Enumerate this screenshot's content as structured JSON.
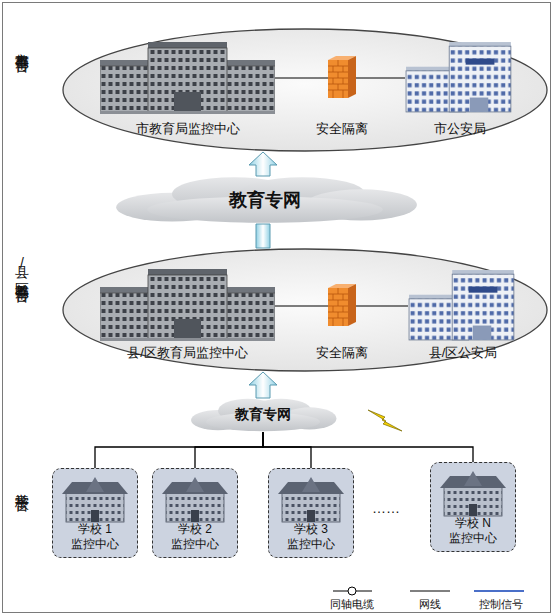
{
  "diagram": {
    "nodes": [
      {
        "text": [
          "市教育局平台"
        ]
      },
      {
        "text": [
          "市教育局监控中心"
        ],
        "in": 0
      },
      {
        "text": [
          "安全隔离"
        ],
        "in": 0
      },
      {
        "text": [
          "市公安局"
        ],
        "in": 0
      },
      {
        "text": [
          "教育专网"
        ]
      },
      {
        "text": [
          "县/区教育局平台"
        ]
      },
      {
        "text": [
          "县/区教育局监控中心"
        ],
        "in": 5
      },
      {
        "text": [
          "安全隔离"
        ],
        "in": 5
      },
      {
        "text": [
          "县/区公安局"
        ],
        "in": 5
      },
      {
        "text": [
          "教育专网"
        ]
      },
      {
        "text": [
          "学校 1 监控中心"
        ]
      },
      {
        "text": [
          "学校 2 监控中心"
        ]
      },
      {
        "text": [
          "学校 3 监控中心"
        ]
      },
      {
        "text": [
          "学校 N 监控中心"
        ]
      }
    ],
    "edges": [
      {
        "from": 1,
        "to": 2,
        "arrow": "none"
      },
      {
        "from": 2,
        "to": 3,
        "arrow": "none"
      },
      {
        "from": 4,
        "to": 0,
        "arrow": "to"
      },
      {
        "from": 6,
        "to": 7,
        "arrow": "none"
      },
      {
        "from": 7,
        "to": 8,
        "arrow": "none"
      },
      {
        "from": 5,
        "to": 4,
        "arrow": "none"
      },
      {
        "from": 9,
        "to": 5,
        "arrow": "to"
      },
      {
        "from": 10,
        "to": 9,
        "arrow": "none"
      },
      {
        "from": 11,
        "to": 9,
        "arrow": "none"
      },
      {
        "from": 12,
        "to": 9,
        "arrow": "none"
      },
      {
        "from": 13,
        "to": 9,
        "arrow": "none"
      }
    ],
    "labels": [
      "学校平台",
      "……"
    ],
    "legend": [
      {
        "text": "同轴电缆"
      },
      {
        "text": "网线"
      },
      {
        "text": "控制信号"
      }
    ]
  }
}
